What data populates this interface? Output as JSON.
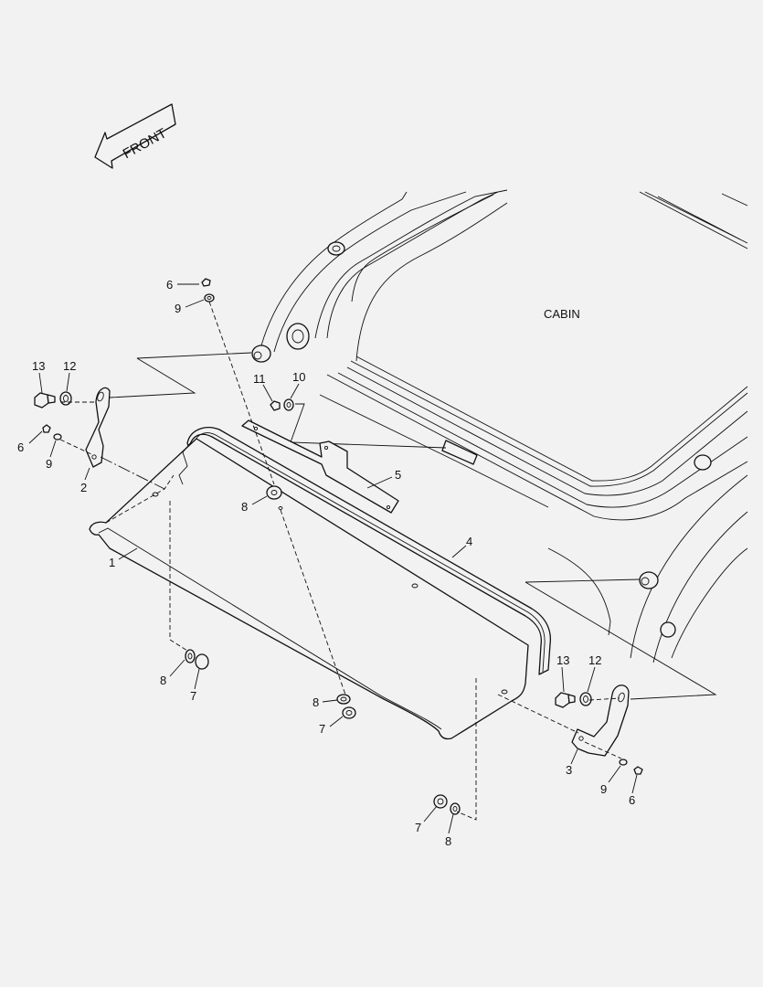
{
  "direction_arrow": {
    "text": "FRONT"
  },
  "region_label": "CABIN",
  "callouts": {
    "c13a": "13",
    "c12a": "12",
    "c6a": "6",
    "c9a": "9",
    "c2": "2",
    "c1": "1",
    "c6b": "6",
    "c9b": "9",
    "c11": "11",
    "c10": "10",
    "c5": "5",
    "c8a": "8",
    "c4": "4",
    "c8b": "8",
    "c7a": "7",
    "c8c": "8",
    "c7b": "7",
    "c13b": "13",
    "c12b": "12",
    "c3": "3",
    "c9c": "9",
    "c6c": "6",
    "c7c": "7",
    "c8d": "8"
  }
}
